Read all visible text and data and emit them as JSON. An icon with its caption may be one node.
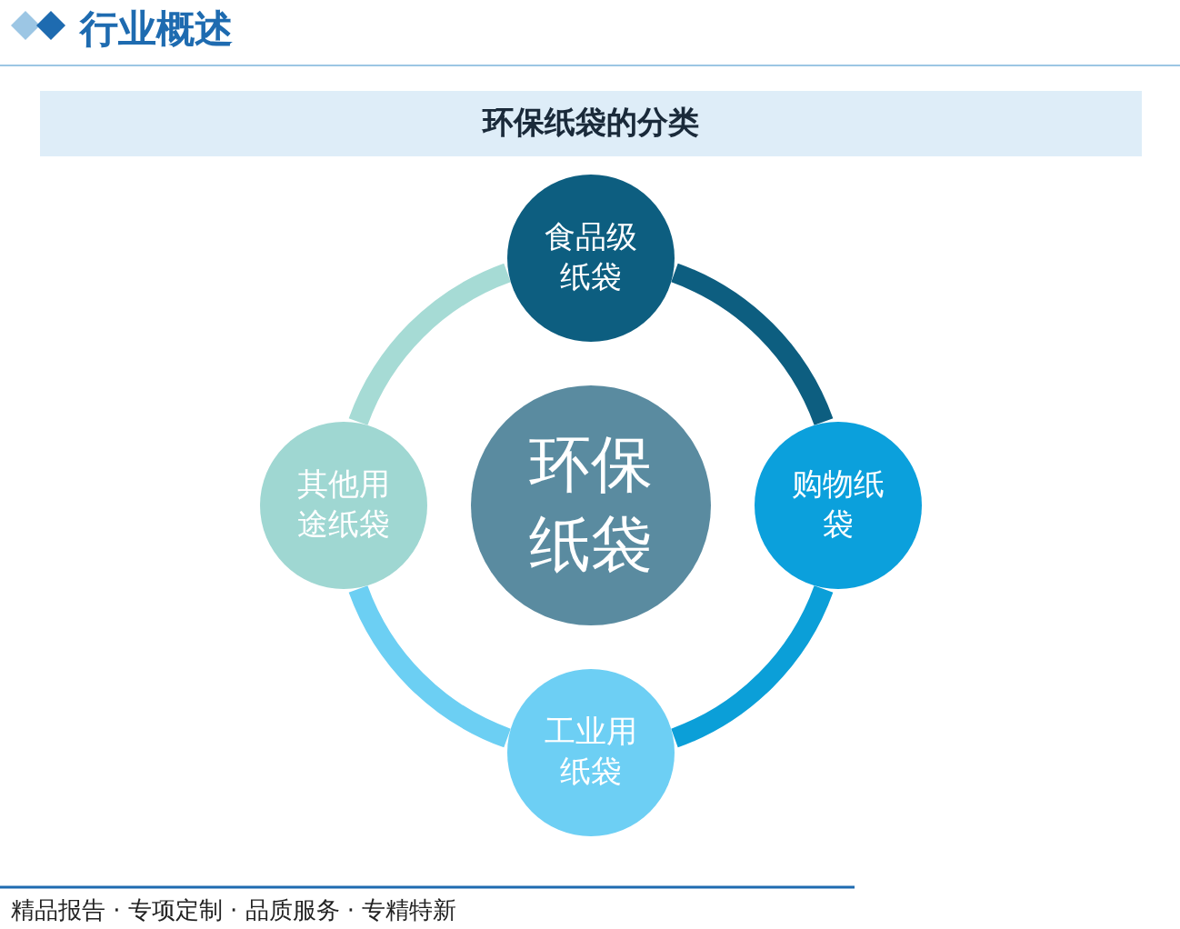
{
  "diagram": {
    "title": "环保纸袋的分类",
    "nodes": [
      {
        "text": [
          "食品级纸袋"
        ]
      },
      {
        "text": [
          "其他用途纸袋"
        ]
      },
      {
        "text": [
          "环保纸袋"
        ]
      },
      {
        "text": [
          "购物纸袋"
        ]
      },
      {
        "text": [
          "工业用纸袋"
        ]
      }
    ],
    "edges": [
      {
        "from": 0,
        "to": 3,
        "arrow": "none",
        "color": "#0d5e80"
      },
      {
        "from": 3,
        "to": 4,
        "arrow": "none",
        "color": "#0b9fd8"
      },
      {
        "from": 4,
        "to": 1,
        "arrow": "none",
        "color": "#6ccff3"
      },
      {
        "from": 1,
        "to": 0,
        "arrow": "none",
        "color": "#a6dbd5"
      }
    ],
    "labels": [
      "行业概述",
      "精品报告 · 专项定制 · 品质服务 · 专精特新"
    ]
  }
}
